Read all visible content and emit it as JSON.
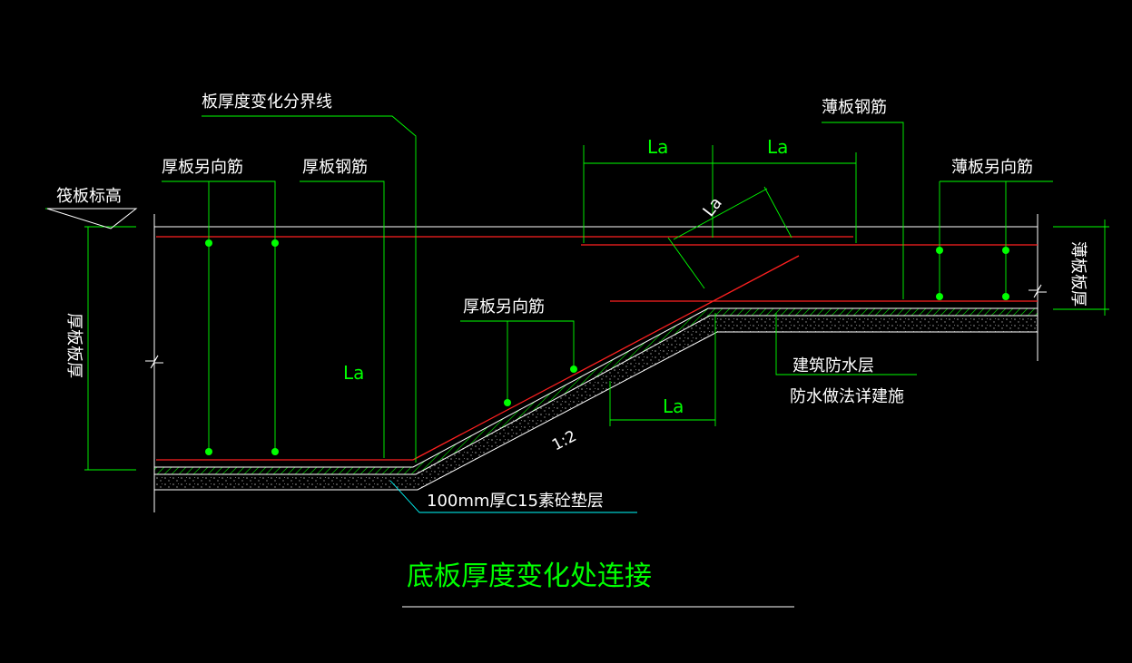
{
  "colors": {
    "background": "#000000",
    "outline": "#ffffff",
    "rebar": "#ff2020",
    "leader": "#00ff00",
    "text_cyan": "#00ffff",
    "text_white": "#ffffff",
    "text_green": "#00ff00",
    "concrete": "#8a8a8a",
    "hatch": "#00dd00"
  },
  "labels": {
    "boundary_line": "板厚度变化分界线",
    "thick_dist_bar_top": "厚板另向筋",
    "thick_main_bar": "厚板钢筋",
    "raft_elevation": "筏板标高",
    "thick_slab_thickness": "厚板板厚",
    "thick_dist_bar_slope": "厚板另向筋",
    "thin_main_bar": "薄板钢筋",
    "thin_dist_bar": "薄板另向筋",
    "thin_slab_thickness": "薄板板厚",
    "waterproof_1": "建筑防水层",
    "waterproof_2": "防水做法详建施",
    "cushion": "100mm厚C15素砼垫层",
    "slope_ratio": "1:2",
    "la_left": "La",
    "la_top_1": "La",
    "la_top_2": "La",
    "la_diagonal": "La",
    "la_bottom": "La"
  },
  "title": "底板厚度变化处连接",
  "icons": {
    "rebar_dot": "rebar-section-dot",
    "elevation_mark": "elevation-triangle-icon",
    "break_mark": "break-line-icon"
  }
}
